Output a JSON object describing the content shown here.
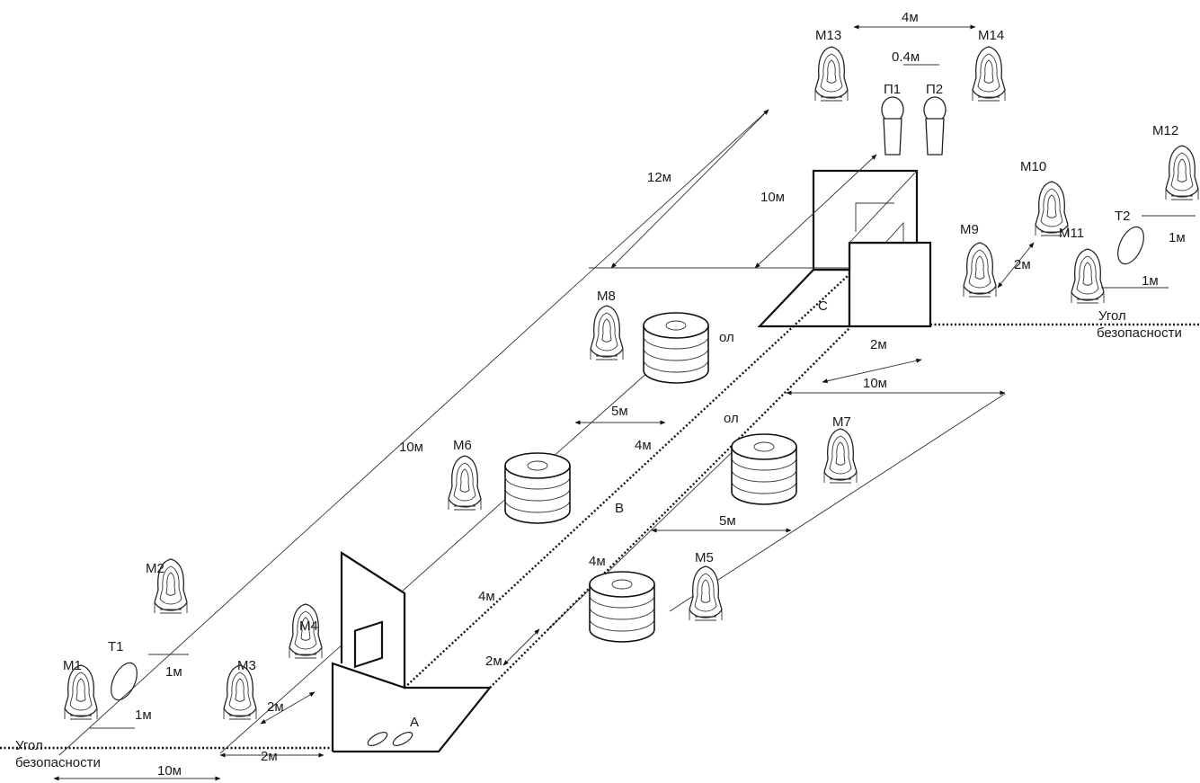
{
  "targets": {
    "M1": "М1",
    "M2": "М2",
    "M3": "М3",
    "M4": "М4",
    "M5": "М5",
    "M6": "М6",
    "M7": "М7",
    "M8": "М8",
    "M9": "М9",
    "M10": "М10",
    "M11": "М11",
    "M12": "М12",
    "M13": "М13",
    "M14": "М14"
  },
  "poppers": {
    "P1": "П1",
    "P2": "П2"
  },
  "plates": {
    "T1": "Т1",
    "T2": "Т2"
  },
  "zones": {
    "A": "А",
    "B": "В",
    "C": "С"
  },
  "obstacle_label": "ол",
  "safety_angle": {
    "line1": "Угол",
    "line2": "безопасности"
  },
  "dimensions": {
    "d_4m_top": "4м",
    "d_04m": "0.4м",
    "d_12m": "12м",
    "d_10m_top": "10м",
    "d_10m_left": "10м",
    "d_5m_left": "5м",
    "d_4m_mid": "4м",
    "d_5m_right": "5м",
    "d_4m_lower": "4м",
    "d_4m_left": "4м",
    "d_2m_a": "2м",
    "d_2m_c": "2м",
    "d_10m_c": "10м",
    "d_2m_m9": "2м",
    "d_1m_t2a": "1м",
    "d_1m_t2b": "1м",
    "d_1m_t1a": "1м",
    "d_1m_t1b": "1м",
    "d_2m_m3": "2м",
    "d_2m_bottom": "2м",
    "d_10m_bottom": "10м"
  },
  "colors": {
    "ink": "#111111",
    "paper": "#ffffff"
  }
}
